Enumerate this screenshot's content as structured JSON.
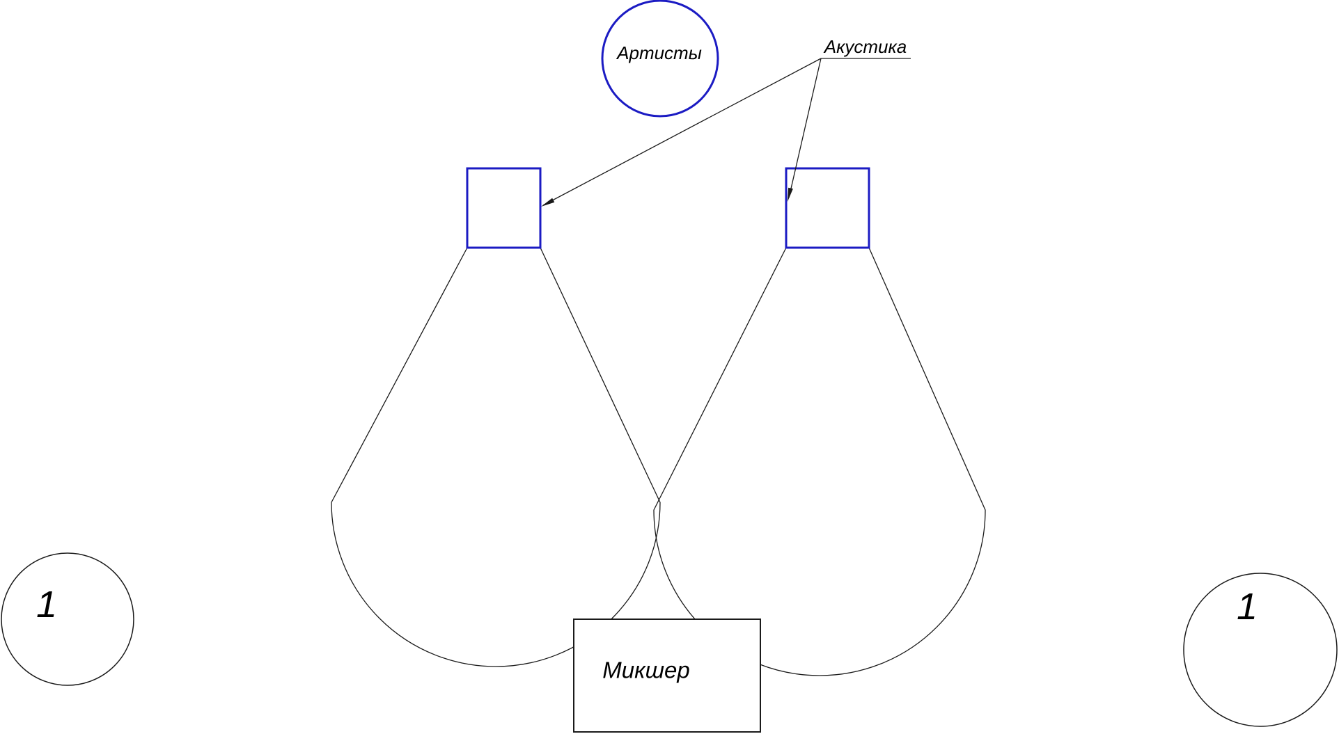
{
  "diagram": {
    "type": "stage-sound-setup-plan",
    "background": "#ffffff"
  },
  "labels": {
    "artists": "Артисты",
    "acoustics": "Акустика",
    "mixer": "Микшер",
    "zone_left": "1",
    "zone_right": "1"
  },
  "colors": {
    "speaker_outline_blue": "#1b1bc3",
    "line_black": "#1a1a1a",
    "text_black": "#000000",
    "background": "#ffffff"
  }
}
